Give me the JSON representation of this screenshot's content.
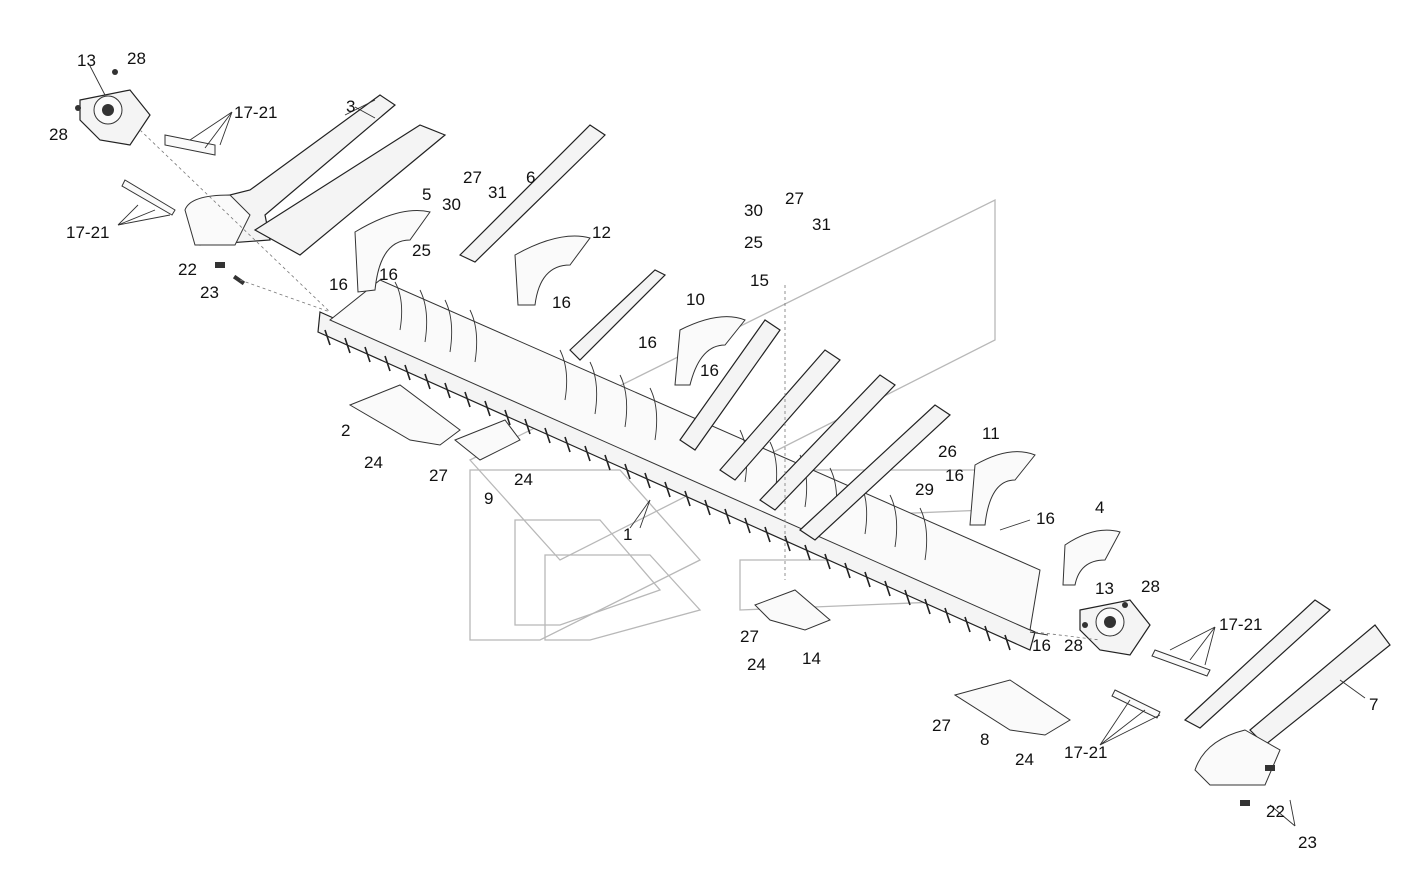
{
  "diagram": {
    "labels": [
      {
        "id": "lbl-13-a",
        "text": "13"
      },
      {
        "id": "lbl-28-a",
        "text": "28"
      },
      {
        "id": "lbl-28-b",
        "text": "28"
      },
      {
        "id": "lbl-17-21-a",
        "text": "17-21"
      },
      {
        "id": "lbl-17-21-b",
        "text": "17-21"
      },
      {
        "id": "lbl-3",
        "text": "3"
      },
      {
        "id": "lbl-5",
        "text": "5"
      },
      {
        "id": "lbl-27-a",
        "text": "27"
      },
      {
        "id": "lbl-30-a",
        "text": "30"
      },
      {
        "id": "lbl-31-a",
        "text": "31"
      },
      {
        "id": "lbl-6",
        "text": "6"
      },
      {
        "id": "lbl-25-a",
        "text": "25"
      },
      {
        "id": "lbl-12",
        "text": "12"
      },
      {
        "id": "lbl-22-a",
        "text": "22"
      },
      {
        "id": "lbl-23-a",
        "text": "23"
      },
      {
        "id": "lbl-16-a",
        "text": "16"
      },
      {
        "id": "lbl-16-b",
        "text": "16"
      },
      {
        "id": "lbl-16-c",
        "text": "16"
      },
      {
        "id": "lbl-27-b",
        "text": "27"
      },
      {
        "id": "lbl-30-b",
        "text": "30"
      },
      {
        "id": "lbl-31-b",
        "text": "31"
      },
      {
        "id": "lbl-25-b",
        "text": "25"
      },
      {
        "id": "lbl-15",
        "text": "15"
      },
      {
        "id": "lbl-10",
        "text": "10"
      },
      {
        "id": "lbl-16-d",
        "text": "16"
      },
      {
        "id": "lbl-16-e",
        "text": "16"
      },
      {
        "id": "lbl-2",
        "text": "2"
      },
      {
        "id": "lbl-24-a",
        "text": "24"
      },
      {
        "id": "lbl-27-c",
        "text": "27"
      },
      {
        "id": "lbl-24-b",
        "text": "24"
      },
      {
        "id": "lbl-9",
        "text": "9"
      },
      {
        "id": "lbl-1",
        "text": "1"
      },
      {
        "id": "lbl-11",
        "text": "11"
      },
      {
        "id": "lbl-26",
        "text": "26"
      },
      {
        "id": "lbl-16-f",
        "text": "16"
      },
      {
        "id": "lbl-29",
        "text": "29"
      },
      {
        "id": "lbl-16-g",
        "text": "16"
      },
      {
        "id": "lbl-4",
        "text": "4"
      },
      {
        "id": "lbl-13-b",
        "text": "13"
      },
      {
        "id": "lbl-28-c",
        "text": "28"
      },
      {
        "id": "lbl-16-h",
        "text": "16"
      },
      {
        "id": "lbl-28-d",
        "text": "28"
      },
      {
        "id": "lbl-17-21-c",
        "text": "17-21"
      },
      {
        "id": "lbl-27-d",
        "text": "27"
      },
      {
        "id": "lbl-24-c",
        "text": "24"
      },
      {
        "id": "lbl-14",
        "text": "14"
      },
      {
        "id": "lbl-7",
        "text": "7"
      },
      {
        "id": "lbl-27-e",
        "text": "27"
      },
      {
        "id": "lbl-8",
        "text": "8"
      },
      {
        "id": "lbl-24-d",
        "text": "24"
      },
      {
        "id": "lbl-17-21-d",
        "text": "17-21"
      },
      {
        "id": "lbl-22-b",
        "text": "22"
      },
      {
        "id": "lbl-23-b",
        "text": "23"
      }
    ]
  }
}
